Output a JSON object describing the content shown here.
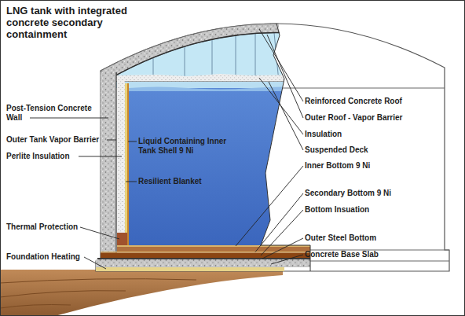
{
  "diagram": {
    "title": "LNG tank with integrated concrete secondary containment",
    "labels": [
      "Post-Tension Concrete Wall",
      "Outer Tank Vapor Barrier",
      "Perlite Insulation",
      "Liquid Containing Inner Tank Shell 9 Ni",
      "Resilient Blanket",
      "Thermal Protection",
      "Foundation Heating",
      "Reinforced Concrete Roof",
      "Outer Roof - Vapor Barrier",
      "Insulation",
      "Suspended Deck",
      "Inner Bottom 9 Ni",
      "Secondary Bottom 9 Ni",
      "Bottom Insuation",
      "Outer Steel Bottom",
      "Concrete Base Slab"
    ]
  }
}
